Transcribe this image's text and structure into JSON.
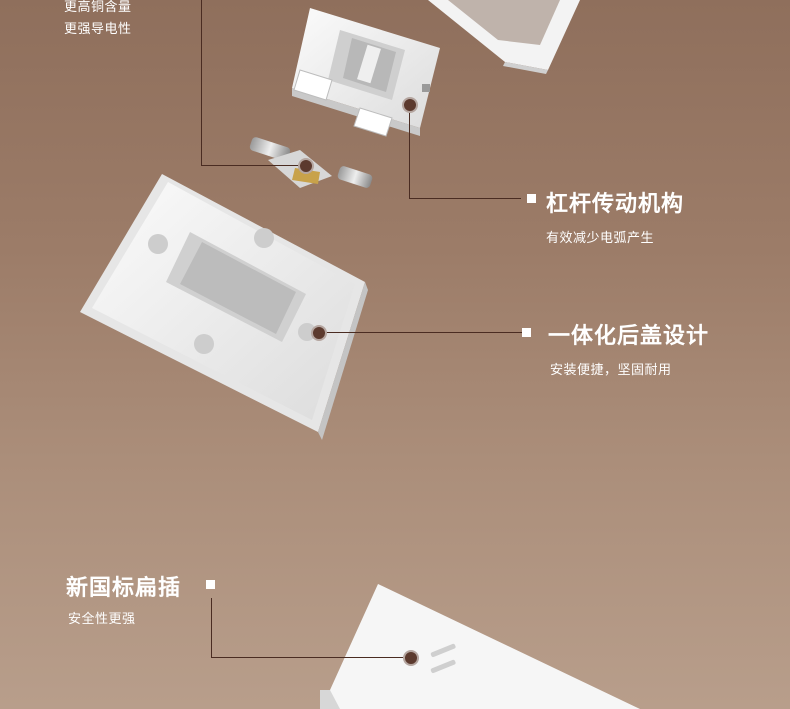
{
  "top_left": {
    "line1": "更高铜含量",
    "line2": "更强导电性"
  },
  "lever": {
    "title": "杠杆传动机构",
    "subtitle": "有效减少电弧产生"
  },
  "back_cover": {
    "title": "一体化后盖设计",
    "subtitle": "安装便捷，坚固耐用"
  },
  "plug": {
    "title": "新国标扁插",
    "subtitle": "安全性更强"
  },
  "colors": {
    "leader_line": "#4a2c22",
    "dot": "#5c3a2e",
    "text": "#ffffff"
  }
}
